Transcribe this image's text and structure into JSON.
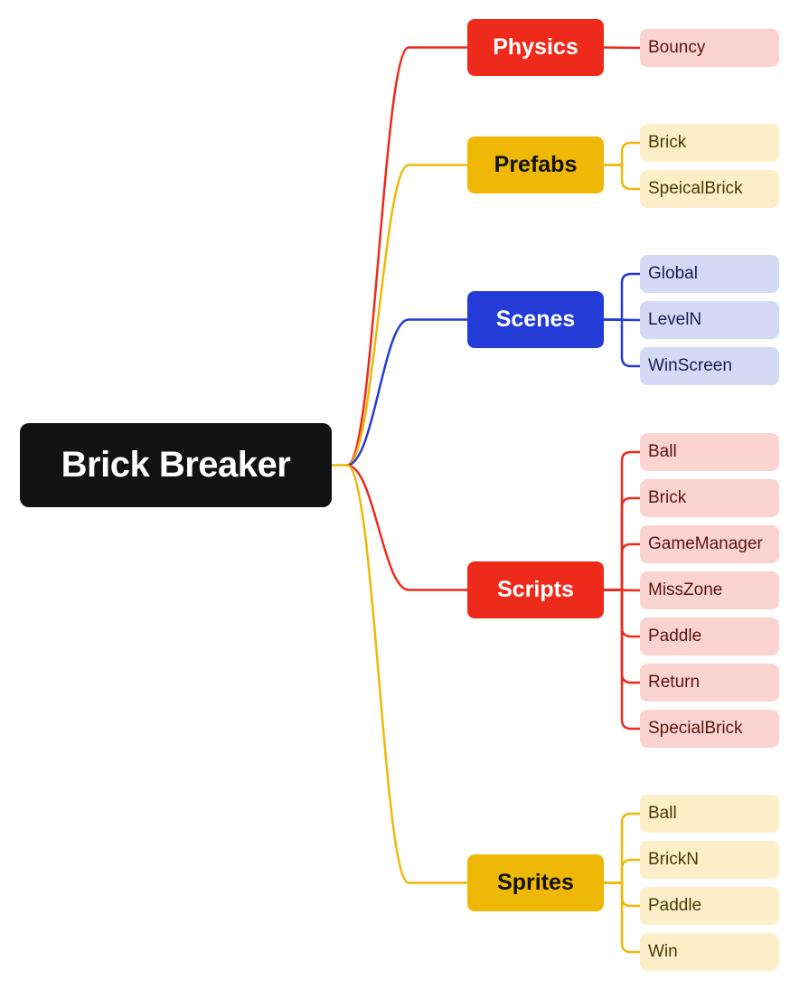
{
  "root": {
    "label": "Brick Breaker",
    "color": "#121212"
  },
  "branches": [
    {
      "id": "physics",
      "label": "Physics",
      "color": "#ee2a1b",
      "text_color": "#ffffff",
      "leaf_bg": "#fbd4d1",
      "leaf_text": "#5a1410",
      "leaves": [
        "Bouncy"
      ]
    },
    {
      "id": "prefabs",
      "label": "Prefabs",
      "color": "#efb807",
      "text_color": "#111111",
      "leaf_bg": "#fcefc9",
      "leaf_text": "#4a3a06",
      "leaves": [
        "Brick",
        "SpeicalBrick"
      ]
    },
    {
      "id": "scenes",
      "label": "Scenes",
      "color": "#233cd8",
      "text_color": "#ffffff",
      "leaf_bg": "#d5d9f5",
      "leaf_text": "#14204f",
      "leaves": [
        "Global",
        "LevelN",
        "WinScreen"
      ]
    },
    {
      "id": "scripts",
      "label": "Scripts",
      "color": "#ee2a1b",
      "text_color": "#ffffff",
      "leaf_bg": "#fbd4d1",
      "leaf_text": "#5a1410",
      "leaves": [
        "Ball",
        "Brick",
        "GameManager",
        "MissZone",
        "Paddle",
        "Return",
        "SpecialBrick"
      ]
    },
    {
      "id": "sprites",
      "label": "Sprites",
      "color": "#efb807",
      "text_color": "#111111",
      "leaf_bg": "#fcefc9",
      "leaf_text": "#4a3a06",
      "leaves": [
        "Ball",
        "BrickN",
        "Paddle",
        "Win"
      ]
    }
  ]
}
